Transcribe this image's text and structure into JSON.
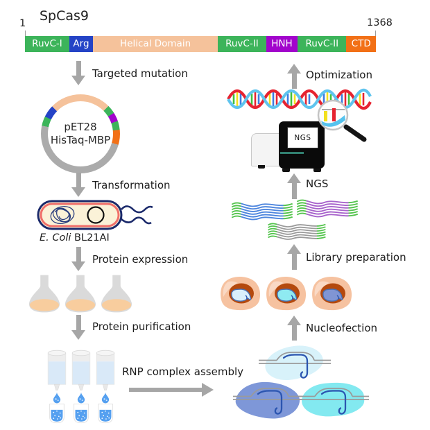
{
  "header": {
    "protein": "SpCas9",
    "start_residue": "1",
    "end_residue": "1368",
    "domains": [
      {
        "label": "RuvC-I",
        "color": "#3CB45A"
      },
      {
        "label": "Arg",
        "color": "#2443C6"
      },
      {
        "label": "Helical Domain",
        "color": "#F5C29B"
      },
      {
        "label": "RuvC-II",
        "color": "#3CB45A"
      },
      {
        "label": "HNH",
        "color": "#A204CC"
      },
      {
        "label": "RuvC-II",
        "color": "#3CB45A"
      },
      {
        "label": "CTD",
        "color": "#F27016"
      }
    ]
  },
  "left_flow": {
    "step1": "Targeted mutation",
    "plasmid_line1": "pET28",
    "plasmid_line2": "HisTaq-MBP",
    "step2": "Transformation",
    "host_italic": "E. Coli",
    "host_regular": "BL21AI",
    "step3": "Protein expression",
    "step4": "Protein purification",
    "assembly": "RNP complex assembly"
  },
  "right_flow": {
    "step1": "Nucleofection",
    "step2": "Library preparation",
    "step3": "NGS",
    "machine_screen": "NGS",
    "step4": "Optimization"
  },
  "palette": {
    "domain_green": "#3CB45A",
    "domain_blue": "#2443C6",
    "domain_peach": "#F5C29B",
    "domain_purple": "#A204CC",
    "domain_orange": "#F27016",
    "arrow_gray": "#A6A6A6",
    "bacterium_navy": "#1B2A6B",
    "bacterium_salmon": "#F0706A",
    "bacterium_cream": "#FBF2D8",
    "flask_gray": "#DADADA",
    "flask_liquid_peach": "#F8CD9E",
    "column_blue": "#D9E9F8",
    "tube_liquid_blue": "#55A0F0",
    "read_green": "#55C44E",
    "read_blue": "#4E86DE",
    "read_purple": "#A864CC",
    "read_gray": "#9B9B9B",
    "helix_red": "#E62330",
    "helix_blue": "#5FC4EE",
    "cell_body_peach": "#F6C2A0",
    "cell_nucleus_brown": "#B4490E",
    "rnp_light_cyan": "#D8F2FA",
    "rnp_periwinkle": "#7E97D8",
    "rnp_cyan": "#83E9F0",
    "grna_blue": "#2B55B0",
    "dna_gray": "#9A9A9A",
    "machine_accent_teal": "#317F70"
  }
}
